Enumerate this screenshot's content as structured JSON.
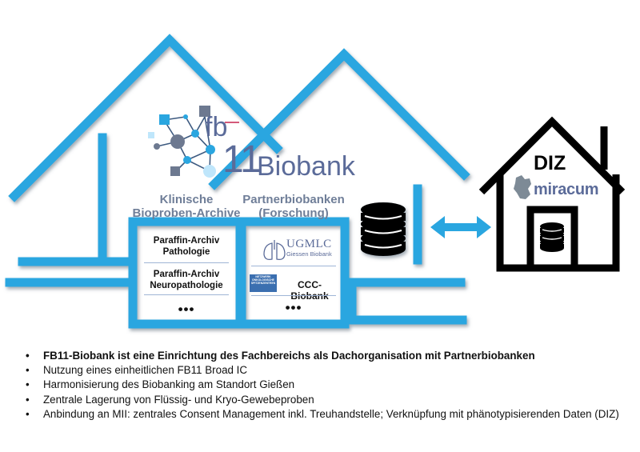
{
  "logo": {
    "prefix": "fb",
    "number": "11",
    "name": "Biobank"
  },
  "categories": {
    "clinical": [
      "Klinische",
      "Bioproben-Archive"
    ],
    "partner": [
      "Partnerbiobanken",
      "(Forschung)"
    ]
  },
  "clinical_archive": {
    "entries": [
      [
        "Paraffin-Archiv",
        "Pathologie"
      ],
      [
        "Paraffin-Archiv",
        "Neuropathologie"
      ]
    ],
    "more": "•••"
  },
  "partner_biobanks": {
    "ugmlc": {
      "title": "UGMLC",
      "subtitle": "Giessen Biobank"
    },
    "netzwerk_badge": [
      "NETZWERK",
      "ONKOLOGISCHE",
      "SPITZENZENTREN"
    ],
    "ccc": "CCC-Biobank",
    "more": "•••"
  },
  "diz": {
    "title": "DIZ",
    "partner": "miracum"
  },
  "colors": {
    "house": "#2aa6e0",
    "label": "#6f7e98",
    "logo": "#5b6b99",
    "black": "#000000"
  },
  "icons": [
    "database-icon",
    "double-arrow-icon",
    "germany-map-icon",
    "lungs-icon",
    "network-logo-icon"
  ],
  "bullets": [
    {
      "text": "FB11-Biobank ist eine Einrichtung des Fachbereichs als Dachorganisation mit Partnerbiobanken",
      "bold": true
    },
    {
      "text": "Nutzung eines einheitlichen FB11 Broad IC",
      "bold": false
    },
    {
      "text": "Harmonisierung des Biobanking am Standort Gießen",
      "bold": false
    },
    {
      "text": "Zentrale Lagerung von Flüssig- und Kryo-Gewebeproben",
      "bold": false
    },
    {
      "text": "Anbindung an MII: zentrales Consent Management inkl. Treuhandstelle; Verknüpfung mit phänotypisierenden Daten (DIZ)",
      "bold": false
    }
  ]
}
